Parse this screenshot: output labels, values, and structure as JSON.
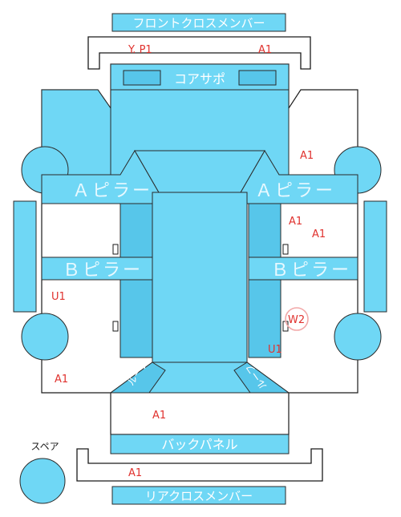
{
  "parts": {
    "front_cross_member": "フロントクロスメンバー",
    "core_support": "コアサポ",
    "a_pillar_left": "Ａピラー",
    "a_pillar_right": "Ａピラー",
    "b_pillar_left": "Ｂピラー",
    "b_pillar_right": "Ｂピラー",
    "roof_left": "ルーフ",
    "roof_right": "ルーフ",
    "back_panel": "バックパネル",
    "rear_cross_member": "リアクロスメンバー",
    "spare": "スペア"
  },
  "damage_codes": {
    "front_cross_left": "Y. P1",
    "front_cross_right": "A1",
    "front_fender_right": "A1",
    "front_door_right_1": "A1",
    "front_door_right_2": "A1",
    "rear_door_left": "U1",
    "rear_door_right_circled": "W2",
    "rear_fender_right": "U1",
    "rear_fender_left": "A1",
    "trunk": "A1",
    "rear_cross": "A1"
  },
  "colors": {
    "panel": "#6fd7f5",
    "code": "#e0322e",
    "circle": "#f2a8a8"
  }
}
